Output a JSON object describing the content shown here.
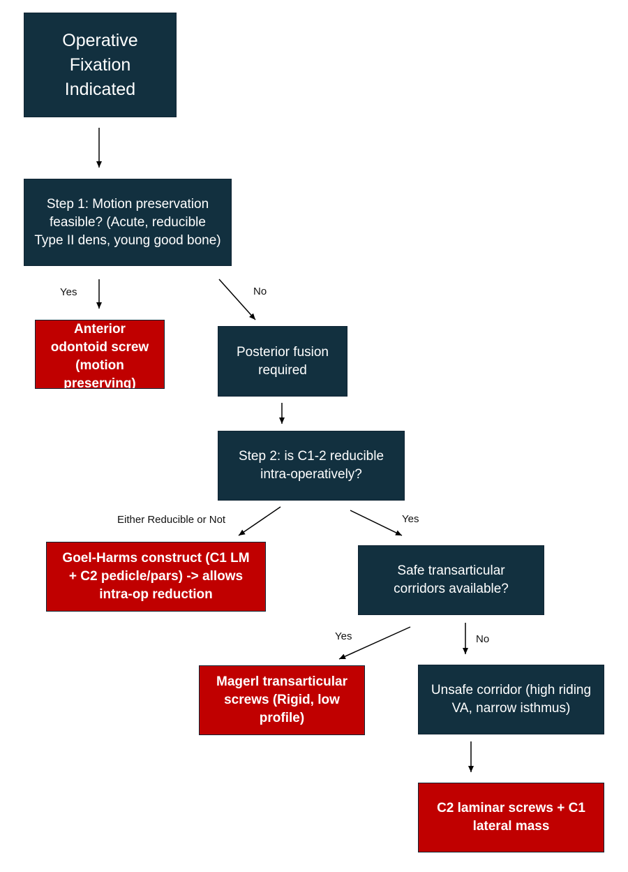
{
  "boxes": {
    "start": "Operative\nFixation\nIndicated",
    "step1": "Step 1: Motion preservation\nfeasible? (Acute, reducible\nType II dens, young good bone)",
    "anterior": "Anterior\nodontoid screw\n(motion\npreserving)",
    "posterior": "Posterior fusion\nrequired",
    "step2": "Step 2: is C1-2 reducible\nintra-operatively?",
    "goel": "Goel-Harms construct (C1 LM\n+ C2 pedicle/pars) -> allows\nintra-op reduction",
    "safe": "Safe transarticular\ncorridors available?",
    "magerl": "Magerl transarticular\nscrews (Rigid, low\nprofile)",
    "unsafe": "Unsafe corridor (high riding\nVA, narrow isthmus)",
    "laminar": "C2 laminar screws + C1\nlateral mass"
  },
  "labels": {
    "yes1": "Yes",
    "no1": "No",
    "either": "Either Reducible or Not",
    "yes2": "Yes",
    "yes3": "Yes",
    "no3": "No"
  },
  "colors": {
    "dark_box": "#12303f",
    "red_box": "#c00000"
  }
}
